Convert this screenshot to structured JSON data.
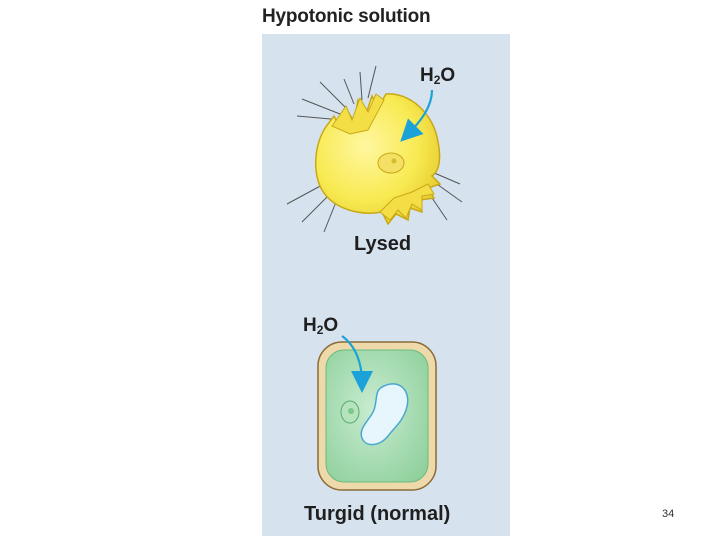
{
  "title": "Hypotonic solution",
  "labels": {
    "lysed": "Lysed",
    "turgid": "Turgid (normal)"
  },
  "water": {
    "prefix": "H",
    "subscript": "2",
    "suffix": "O"
  },
  "page_number": "34",
  "colors": {
    "panel_bg": "#d6e3ee",
    "animal_cell": "#f8ea52",
    "cell_wall": "#eed9aa",
    "cytoplasm": "#a7dcb0",
    "vacuole": "#e6f6fc",
    "arrow": "#1ba2d8"
  }
}
